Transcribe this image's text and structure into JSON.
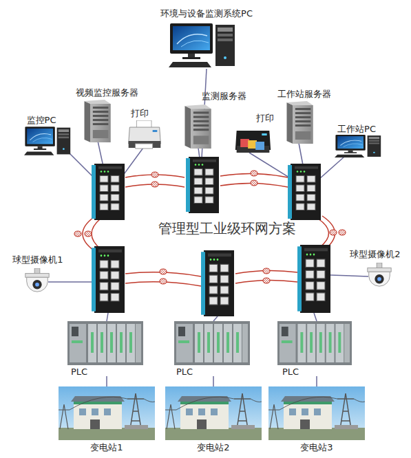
{
  "diagram": {
    "title": "管理型工业级环网方案",
    "nodes": [
      {
        "text": [
          "环境与设备监测系统PC"
        ]
      },
      {
        "text": [
          "视频监控服务器"
        ]
      },
      {
        "text": [
          "监测服务器"
        ]
      },
      {
        "text": [
          "工作站服务器"
        ]
      },
      {
        "text": [
          "监控PC"
        ]
      },
      {
        "text": [
          "打印"
        ]
      },
      {
        "text": [
          "打印"
        ]
      },
      {
        "text": [
          "工作站PC"
        ]
      },
      {
        "text": [
          "球型摄像机1"
        ]
      },
      {
        "text": [
          "球型摄像机2"
        ]
      },
      {
        "text": [
          "PLC"
        ]
      },
      {
        "text": [
          "PLC"
        ]
      },
      {
        "text": [
          "PLC"
        ]
      },
      {
        "text": [
          "变电站1"
        ]
      },
      {
        "text": [
          "变电站2"
        ]
      },
      {
        "text": [
          "变电站3"
        ]
      }
    ],
    "edges": [
      {
        "from": 10,
        "to": 13,
        "arrow": "none"
      },
      {
        "from": 11,
        "to": 14,
        "arrow": "none"
      },
      {
        "from": 12,
        "to": 15,
        "arrow": "none"
      }
    ]
  }
}
